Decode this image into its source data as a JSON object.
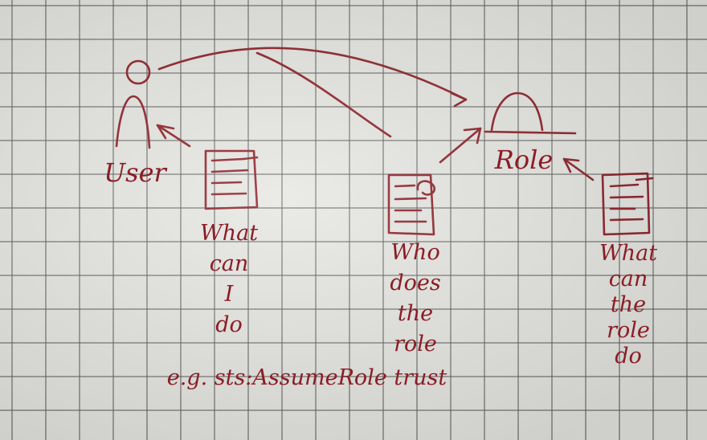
{
  "diagram": {
    "ink_color": "#8b1d24",
    "paper_color": "#e6e6e2",
    "grid_color": "#5f5f5f",
    "nodes": {
      "user": {
        "label": "User",
        "icon": "person-icon"
      },
      "role": {
        "label": "Role",
        "icon": "hardhat-icon"
      }
    },
    "documents": [
      {
        "icon": "document-icon",
        "caption": "What\ncan\nI\ndo"
      },
      {
        "icon": "document-icon",
        "caption": "Who\ndoes\nthe\nrole"
      },
      {
        "icon": "document-icon",
        "caption": "What\ncan\nthe\nrole\ndo"
      }
    ],
    "example": "e.g. sts:AssumeRole trust"
  }
}
